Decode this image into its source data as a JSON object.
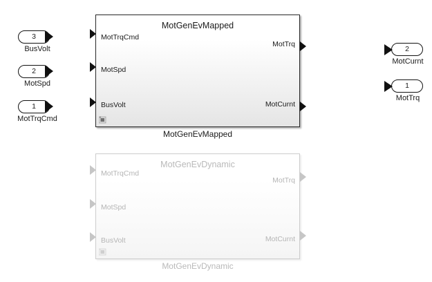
{
  "diagram": {
    "tool": "simulink-block-diagram",
    "background_color": "#ffffff"
  },
  "inports": [
    {
      "number": "3",
      "label": "BusVolt",
      "icon": "inport-arrow-icon"
    },
    {
      "number": "2",
      "label": "MotSpd",
      "icon": "inport-arrow-icon"
    },
    {
      "number": "1",
      "label": "MotTrqCmd",
      "icon": "inport-arrow-icon"
    }
  ],
  "outports": [
    {
      "number": "2",
      "label": "MotCurnt",
      "icon": "outport-arrow-icon"
    },
    {
      "number": "1",
      "label": "MotTrq",
      "icon": "outport-arrow-icon"
    }
  ],
  "blocks": [
    {
      "title": "MotGenEvMapped",
      "caption": "MotGenEvMapped",
      "state": "active",
      "border_color": "#262626",
      "inputs": [
        "MotTrqCmd",
        "MotSpd",
        "BusVolt"
      ],
      "outputs": [
        "MotTrq",
        "MotCurnt"
      ],
      "mask_icon": "mask-subsystem-icon"
    },
    {
      "title": "MotGenEvDynamic",
      "caption": "MotGenEvDynamic",
      "state": "commented-out",
      "border_color": "#cccccc",
      "inputs": [
        "MotTrqCmd",
        "MotSpd",
        "BusVolt"
      ],
      "outputs": [
        "MotTrq",
        "MotCurnt"
      ],
      "mask_icon": "mask-subsystem-icon"
    }
  ]
}
